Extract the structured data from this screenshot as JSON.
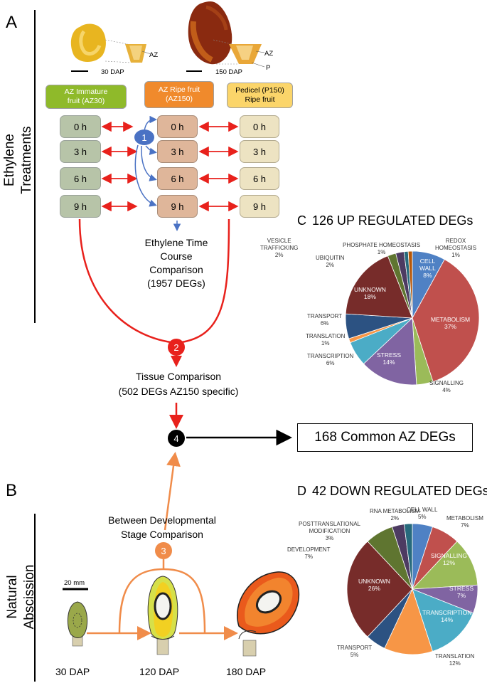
{
  "panel_a": {
    "letter": "A",
    "side_label_1": "Ethylene",
    "side_label_2": "Treatments",
    "photo_30_label": "30 DAP",
    "photo_150_label": "150 DAP",
    "az_label_1": "AZ",
    "az_label_2": "AZ",
    "p_label": "P",
    "header_az30": "AZ Immature\nfruit (AZ30)",
    "header_az150": "AZ Ripe fruit\n(AZ150)",
    "header_p150": "Pedicel (P150)\nRipe fruit",
    "times": [
      "0 h",
      "3 h",
      "6 h",
      "9 h"
    ],
    "step1": "1",
    "step2": "2",
    "step4": "4",
    "ethylene_comparison": "Ethylene Time\nCourse\nComparison\n(1957 DEGs)",
    "tissue_comparison": "Tissue Comparison\n(502 DEGs AZ150 specific)",
    "common_box": "168 Common AZ DEGs",
    "colors": {
      "az30": "#8fba2a",
      "az150": "#f08a2c",
      "p150": "#fbd56a",
      "blue": "#4a72c4",
      "red": "#e8211c",
      "orange": "#f08c4a"
    }
  },
  "panel_b": {
    "letter": "B",
    "side_label_1": "Natural",
    "side_label_2": "Abscission",
    "developmental": "Between Developmental\nStage Comparison",
    "step3": "3",
    "scale": "20 mm",
    "stages": [
      "30 DAP",
      "120 DAP",
      "180 DAP"
    ]
  },
  "panel_c": {
    "letter": "C",
    "title": "126 UP REGULATED DEGs",
    "chart_data": {
      "type": "pie",
      "title": "126 UP REGULATED DEGs",
      "categories": [
        "CELL WALL",
        "METABOLISM",
        "SIGNALLING",
        "STRESS",
        "TRANSCRIPTION",
        "TRANSLATION",
        "TRANSPORT",
        "UNKNOWN",
        "VESICLE TRAFFICKING",
        "UBIQUITIN",
        "PHOSPHATE HOMEOSTASIS",
        "REDOX HOMEOSTASIS"
      ],
      "values": [
        8,
        37,
        4,
        14,
        6,
        1,
        6,
        18,
        2,
        2,
        1,
        1
      ],
      "colors": [
        "#4f81c4",
        "#c0504d",
        "#9bbb59",
        "#8064a2",
        "#4bacc6",
        "#f79646",
        "#2c5282",
        "#772c2a",
        "#5f7530",
        "#4d3b62",
        "#276a7c",
        "#b65708"
      ]
    }
  },
  "panel_d": {
    "letter": "D",
    "title": "42 DOWN REGULATED DEGs",
    "chart_data": {
      "type": "pie",
      "title": "42 DOWN REGULATED DEGs",
      "categories": [
        "CELL WALL",
        "METABOLISM",
        "SIGNALLING",
        "STRESS",
        "TRANSCRIPTION",
        "TRANSLATION",
        "TRANSPORT",
        "UNKNOWN",
        "DEVELOPMENT",
        "POSTTRANSLATIONAL MODIFICATION",
        "RNA METABOLISM"
      ],
      "values": [
        5,
        7,
        12,
        7,
        14,
        12,
        5,
        26,
        7,
        3,
        2
      ],
      "colors": [
        "#4f81c4",
        "#c0504d",
        "#9bbb59",
        "#8064a2",
        "#4bacc6",
        "#f79646",
        "#2c5282",
        "#772c2a",
        "#5f7530",
        "#4d3b62",
        "#276a7c"
      ]
    }
  }
}
